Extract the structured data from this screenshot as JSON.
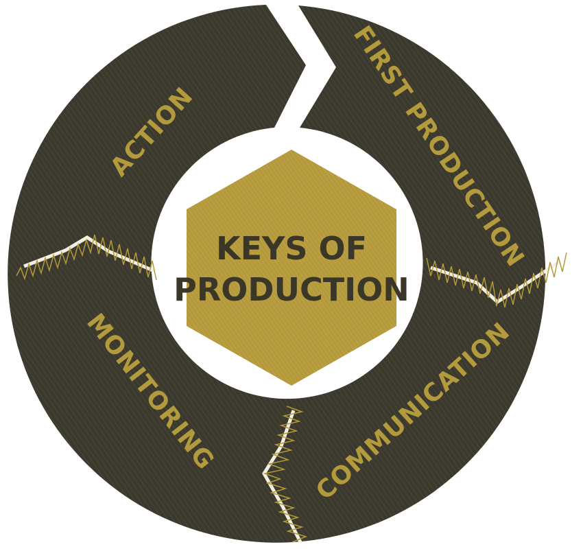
{
  "title_lines": [
    "KEYS OF",
    "PRODUCTION"
  ],
  "segments": [
    {
      "label": "FIRST PRODUCTION"
    },
    {
      "label": "COMMUNICATION"
    },
    {
      "label": "MONITORING"
    },
    {
      "label": "ACTION"
    }
  ],
  "colors": {
    "ring": "#3b392e",
    "ring_texture": "#4a4738",
    "accent": "#b39a3c",
    "center_fill": "#b49a3c",
    "center_text": "#3a3628",
    "stitch": "#f3efe2",
    "stitch_zigzag": "#b39a3c"
  }
}
